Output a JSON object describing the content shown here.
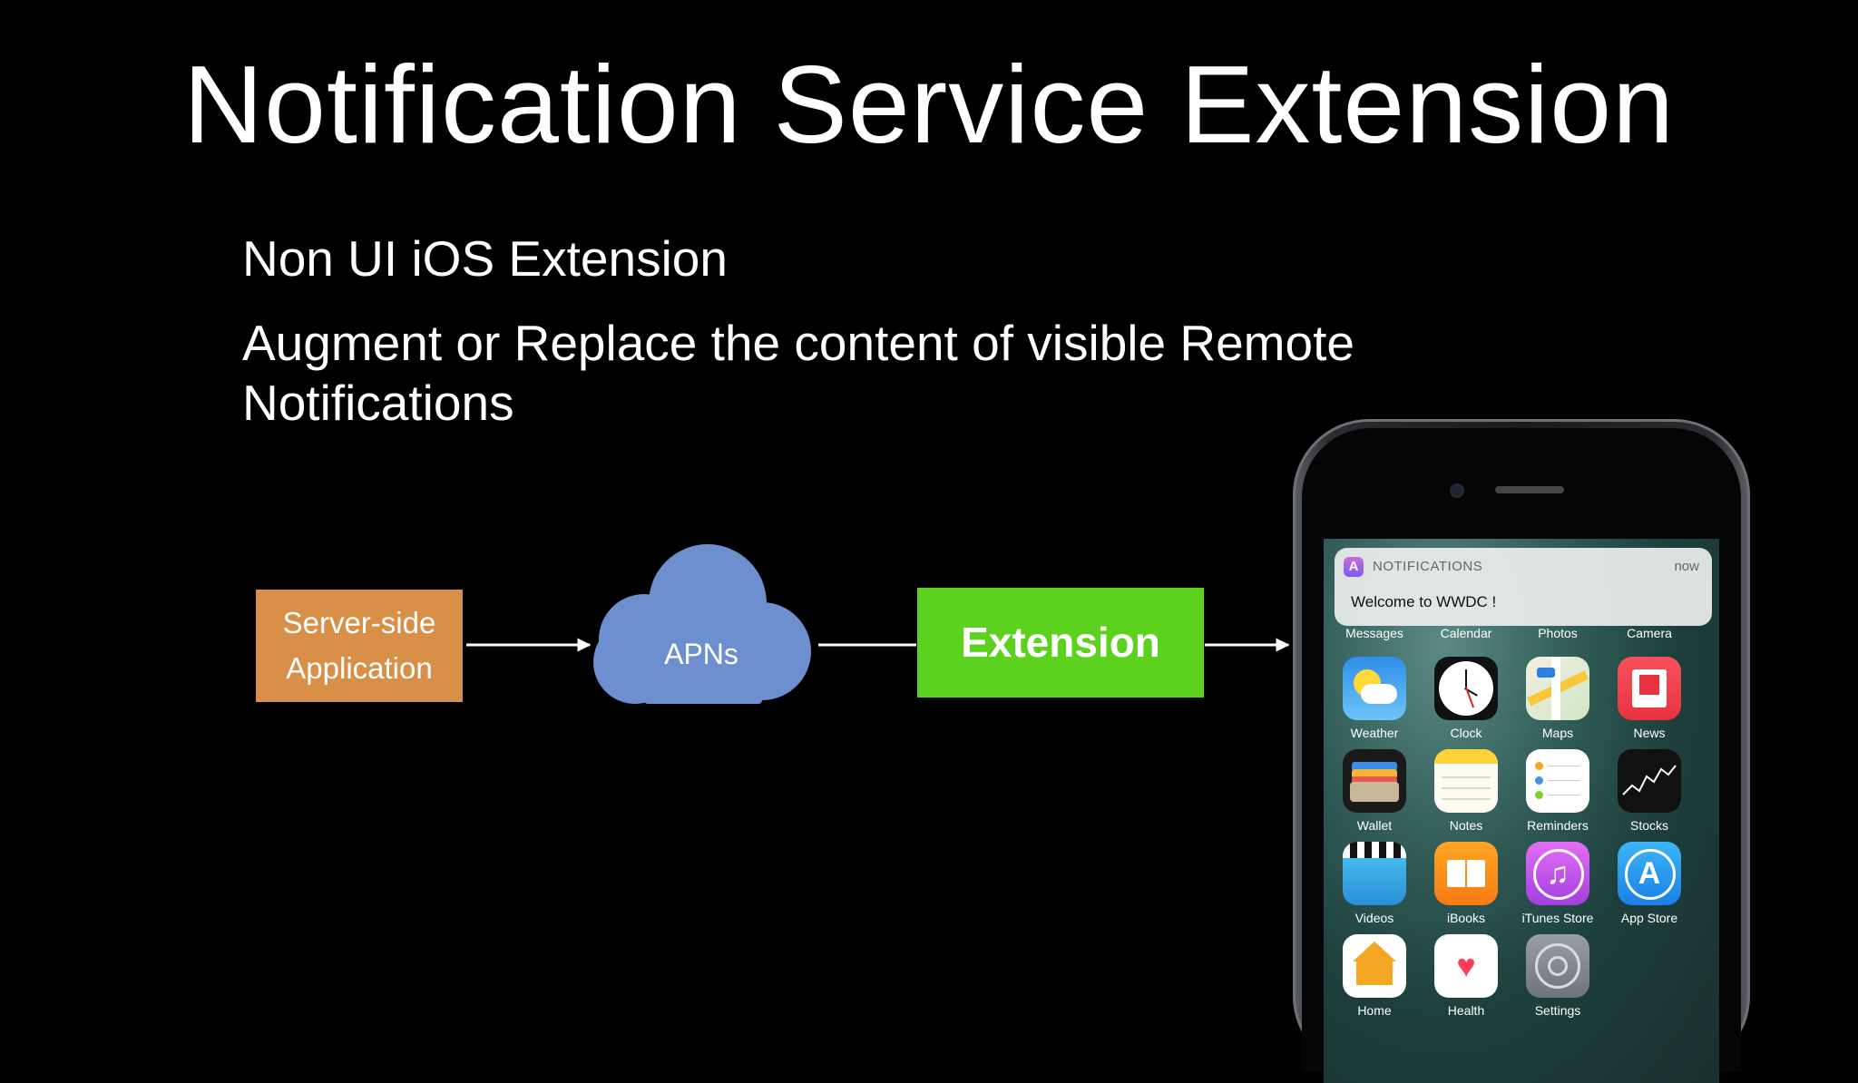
{
  "slide": {
    "title": "Notification Service Extension",
    "bullets": [
      "Non UI iOS Extension",
      "Augment or Replace the content of visible Remote Notifications"
    ]
  },
  "diagram": {
    "nodes": {
      "server": {
        "line1": "Server-side",
        "line2": "Application",
        "color": "#d89048"
      },
      "apns": {
        "label": "APNs",
        "color": "#6d8fd0"
      },
      "extension": {
        "label": "Extension",
        "color": "#5cd21e"
      }
    },
    "edges": [
      [
        "server",
        "apns"
      ],
      [
        "apns",
        "extension"
      ],
      [
        "extension",
        "phone"
      ]
    ]
  },
  "phone": {
    "notification": {
      "app": "NOTIFICATIONS",
      "time": "now",
      "body": "Welcome to WWDC !"
    },
    "top_row_labels": [
      "Messages",
      "Calendar",
      "Photos",
      "Camera"
    ],
    "apps": [
      {
        "label": "Weather",
        "icon": "weather-icon"
      },
      {
        "label": "Clock",
        "icon": "clock-icon"
      },
      {
        "label": "Maps",
        "icon": "maps-icon"
      },
      {
        "label": "News",
        "icon": "news-icon"
      },
      {
        "label": "Wallet",
        "icon": "wallet-icon"
      },
      {
        "label": "Notes",
        "icon": "notes-icon"
      },
      {
        "label": "Reminders",
        "icon": "reminders-icon"
      },
      {
        "label": "Stocks",
        "icon": "stocks-icon"
      },
      {
        "label": "Videos",
        "icon": "videos-icon"
      },
      {
        "label": "iBooks",
        "icon": "ibooks-icon"
      },
      {
        "label": "iTunes Store",
        "icon": "itunes-store-icon"
      },
      {
        "label": "App Store",
        "icon": "app-store-icon"
      },
      {
        "label": "Home",
        "icon": "home-icon"
      },
      {
        "label": "Health",
        "icon": "health-icon"
      },
      {
        "label": "Settings",
        "icon": "settings-icon"
      }
    ]
  }
}
